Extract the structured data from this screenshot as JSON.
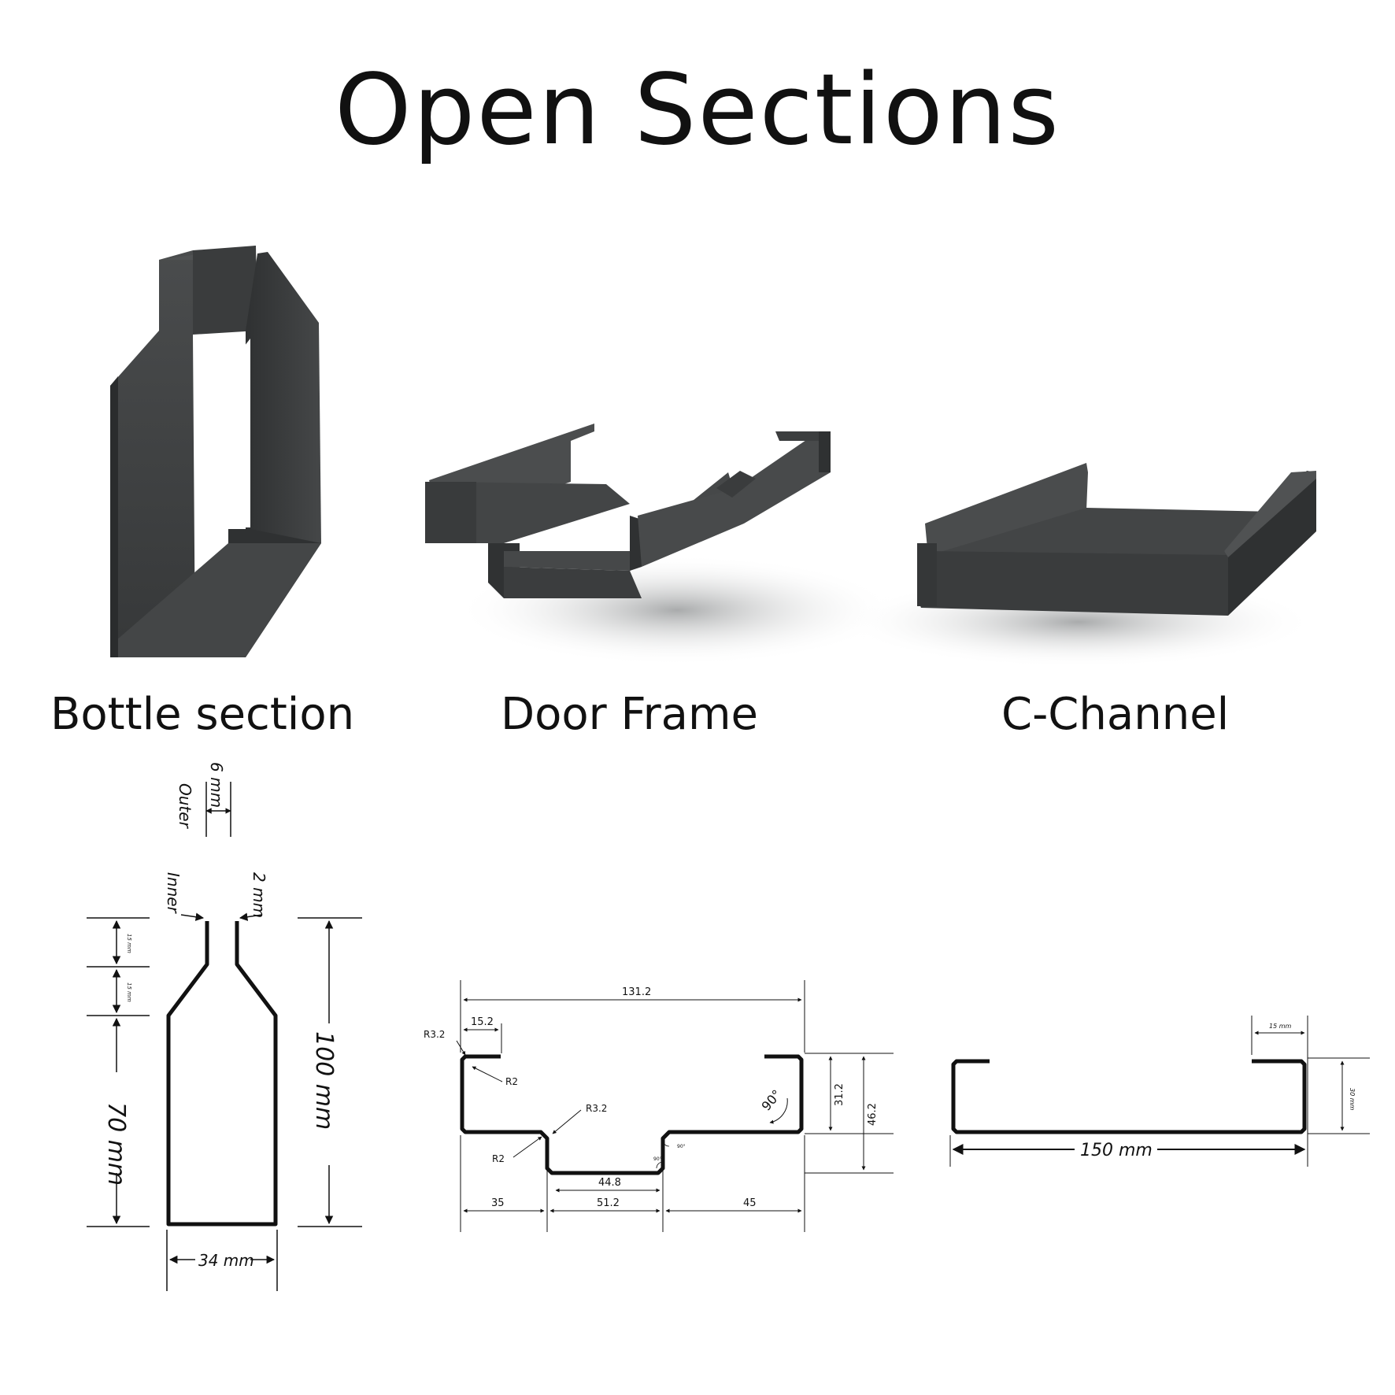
{
  "title": "Open Sections",
  "sections": [
    {
      "id": "bottle",
      "caption": "Bottle section"
    },
    {
      "id": "door",
      "caption": "Door Frame"
    },
    {
      "id": "channel",
      "caption": "C-Channel"
    }
  ],
  "colors": {
    "steel": "#3f4142",
    "steel_light": "#5a5c5d",
    "steel_dark": "#2e3031",
    "line": "#111111"
  },
  "bottle_drawing": {
    "outer_label": "Outer",
    "outer_value": "6 mm",
    "inner_label": "Inner",
    "inner_value": "2 mm",
    "small_1": "15 mm",
    "small_2": "15 mm",
    "height_70": "70 mm",
    "height_100": "100 mm",
    "width": "34 mm"
  },
  "door_drawing": {
    "overall": "131.2",
    "lip": "15.2",
    "r32_a": "R3.2",
    "r2_a": "R2",
    "r32_b": "R3.2",
    "r2_b": "R2",
    "angle_90_big": "90°",
    "angle_90_small_a": "90°",
    "angle_90_small_b": "90°",
    "h_312": "31.2",
    "h_462": "46.2",
    "bottom_448": "44.8",
    "seg_35": "35",
    "seg_512": "51.2",
    "seg_45": "45"
  },
  "channel_drawing": {
    "lip": "15 mm",
    "height": "30 mm",
    "width": "150 mm"
  }
}
